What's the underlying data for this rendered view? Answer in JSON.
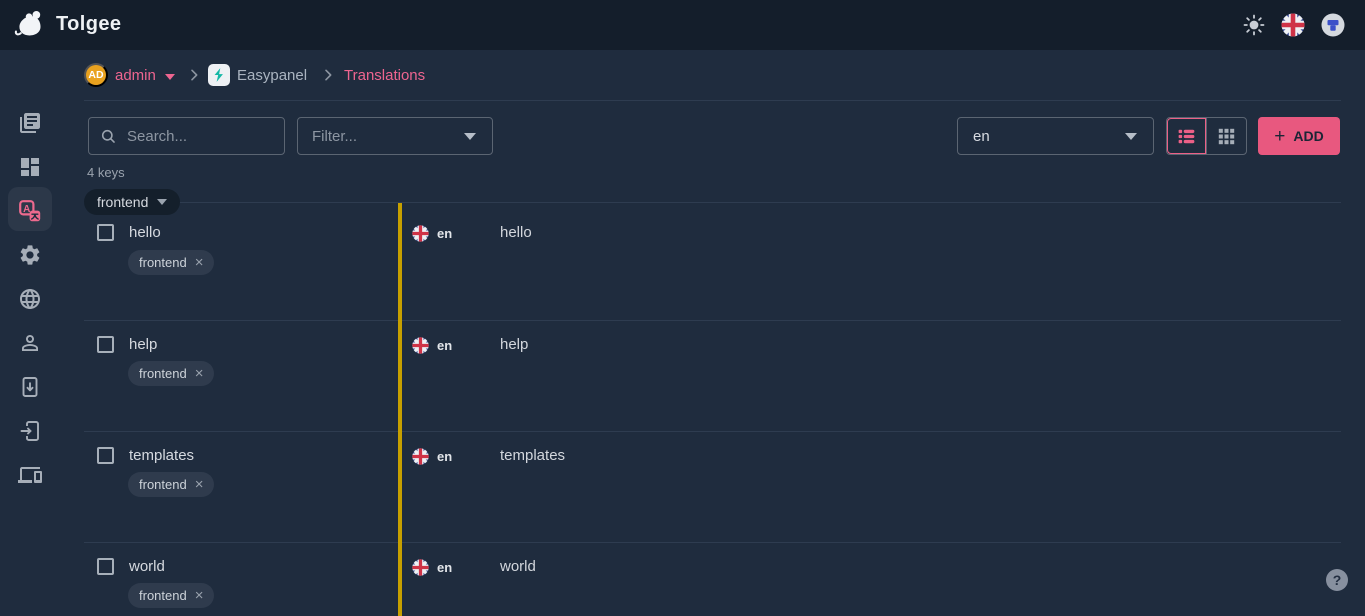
{
  "topbar": {
    "app_name": "Tolgee"
  },
  "breadcrumb": {
    "org_initials": "AD",
    "org_name": "admin",
    "project_name": "Easypanel",
    "page_name": "Translations"
  },
  "toolbar": {
    "search_placeholder": "Search...",
    "filter_placeholder": "Filter...",
    "language_selected": "en",
    "add_label": "ADD"
  },
  "summary": {
    "keys_count": "4 keys"
  },
  "namespace": {
    "label": "frontend"
  },
  "table": {
    "rows": [
      {
        "key": "hello",
        "tag": "frontend",
        "lang": "en",
        "translation": "hello"
      },
      {
        "key": "help",
        "tag": "frontend",
        "lang": "en",
        "translation": "help"
      },
      {
        "key": "templates",
        "tag": "frontend",
        "lang": "en",
        "translation": "templates"
      },
      {
        "key": "world",
        "tag": "frontend",
        "lang": "en",
        "translation": "world"
      }
    ]
  },
  "icons": {
    "plus_glyph": "+",
    "close_glyph": "×",
    "help_glyph": "?"
  },
  "sidebar": {
    "items": [
      {
        "icon": "library-books-icon",
        "name": "projects"
      },
      {
        "icon": "dashboard-icon",
        "name": "dashboard"
      },
      {
        "icon": "translate-icon",
        "name": "translations",
        "active": true
      },
      {
        "icon": "gear-icon",
        "name": "settings"
      },
      {
        "icon": "globe-icon",
        "name": "languages"
      },
      {
        "icon": "person-icon",
        "name": "members"
      },
      {
        "icon": "export-icon",
        "name": "export"
      },
      {
        "icon": "import-icon",
        "name": "import"
      },
      {
        "icon": "devices-icon",
        "name": "integrate"
      }
    ]
  },
  "colors": {
    "accent_pink": "#ec6087",
    "add_button": "#e8587f",
    "topbar_bg": "#141e2b",
    "page_bg": "#1f2c3e",
    "yellow_divider": "#c7a000",
    "org_avatar_orange": "#e9a21f",
    "flag_blue": "#3f4f99",
    "flag_red": "#cf3347",
    "easypanel_teal": "#14b8a6"
  }
}
